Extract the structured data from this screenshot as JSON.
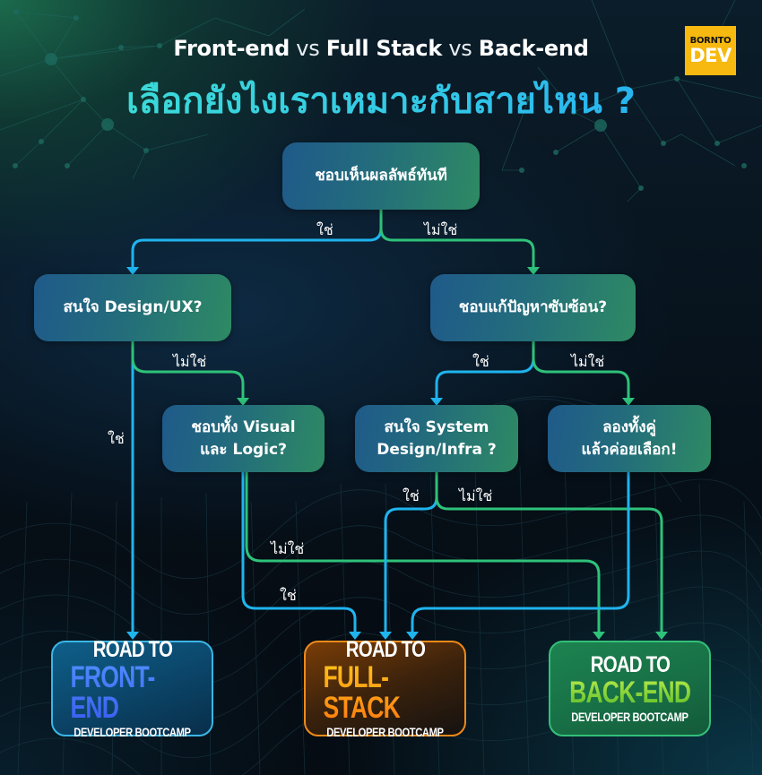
{
  "header": {
    "title_line1": {
      "front": "Front-end",
      "vs1": "vs",
      "full": "Full Stack",
      "vs2": "vs",
      "back": "Back-end"
    },
    "title_line2": "เลือกยังไงเราเหมาะกับสายไหน ?",
    "logo": {
      "top": "BORNTO",
      "bottom": "DEV",
      "bg_color": "#f7b90f"
    }
  },
  "nodes": {
    "root": "ชอบเห็นผลลัพธ์ทันที",
    "design_ux": "สนใจ Design/UX?",
    "complex_problems": "ชอบแก้ปัญหาซับซ้อน?",
    "visual_logic": {
      "line1": "ชอบทั้ง Visual",
      "line2": "และ Logic?"
    },
    "system_design": {
      "line1": "สนใจ System",
      "line2": "Design/Infra ?"
    },
    "try_both": {
      "line1": "ลองทั้งคู่",
      "line2": "แล้วค่อยเลือก!"
    }
  },
  "edge_labels": {
    "root_yes": "ใช่",
    "root_no": "ไม่ใช่",
    "design_yes": "ใช่",
    "design_no": "ไม่ใช่",
    "complex_yes": "ใช่",
    "complex_no": "ไม่ใช่",
    "system_yes": "ใช่",
    "system_no": "ไม่ใช่",
    "visual_no": "ไม่ใช่",
    "visual_yes": "ใช่"
  },
  "destinations": {
    "frontend": {
      "line1": "ROAD TO",
      "line2": "FRONT-END",
      "line3": "DEVELOPER BOOTCAMP",
      "border_color": "#3bb6e6"
    },
    "fullstack": {
      "line1": "ROAD TO",
      "line2": "FULL-STACK",
      "line3": "DEVELOPER BOOTCAMP",
      "border_color": "#f08a1a"
    },
    "backend": {
      "line1": "ROAD TO",
      "line2": "BACK-END",
      "line3": "DEVELOPER BOOTCAMP",
      "border_color": "#34c07a"
    }
  },
  "colors": {
    "yes_line": "#1fb4ee",
    "no_line": "#2ec27a",
    "node_gradient_start": "#1f5a8a",
    "node_gradient_end": "#2e8a63"
  }
}
